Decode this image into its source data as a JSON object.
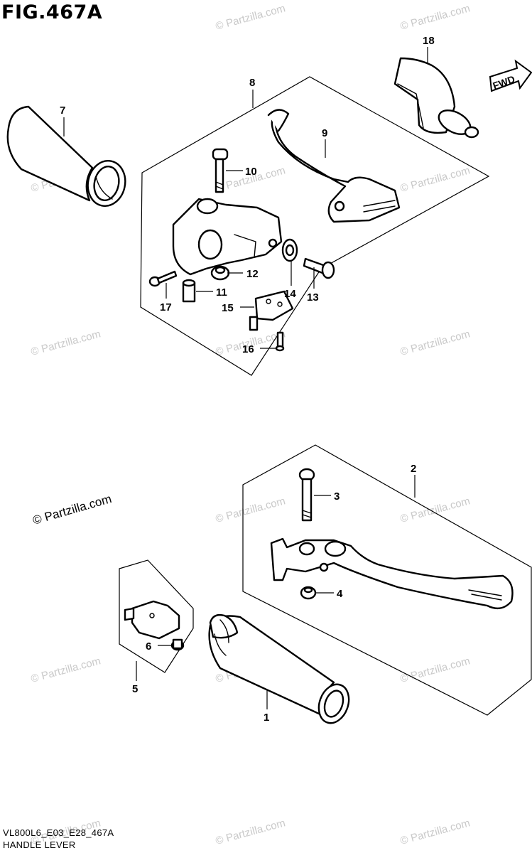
{
  "figure": {
    "title": "FIG.467A",
    "model_code": "VL800L6_E03_E28_467A",
    "section_name": "HANDLE LEVER",
    "direction_label": "FWD"
  },
  "watermark": {
    "text": "© Partzilla.com"
  },
  "callouts": [
    "1",
    "2",
    "3",
    "4",
    "5",
    "6",
    "7",
    "8",
    "9",
    "10",
    "11",
    "12",
    "13",
    "14",
    "15",
    "16",
    "17",
    "18"
  ]
}
